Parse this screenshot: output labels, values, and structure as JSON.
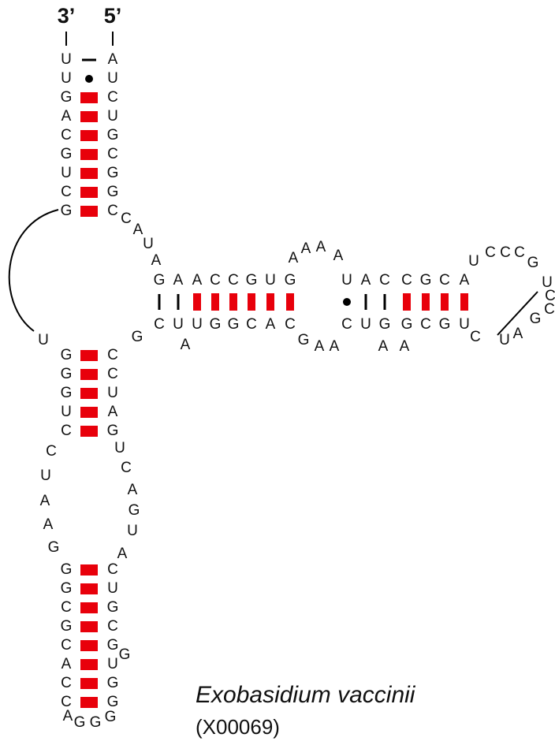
{
  "figure": {
    "species": "Exobasidium vaccinii",
    "accession": "(X00069)",
    "ends": {
      "three_prime": "3’",
      "five_prime": "5’"
    }
  },
  "colors": {
    "strong_pair": "#e8000b",
    "weak_pair": "#000000",
    "text": "#111111",
    "line": "#000000"
  },
  "structure": {
    "acceptor_stem": {
      "left_3prime_top_to_bottom": [
        "U",
        "U",
        "G",
        "A",
        "C",
        "G",
        "U",
        "C",
        "G"
      ],
      "right_5prime_top_to_bottom": [
        "A",
        "U",
        "C",
        "U",
        "G",
        "C",
        "G",
        "G",
        "C"
      ],
      "pair_types": [
        "dash",
        "dot",
        "bar",
        "bar",
        "bar",
        "bar",
        "bar",
        "bar",
        "bar"
      ]
    },
    "linker_after_acceptor": [
      "C",
      "A",
      "U",
      "A"
    ],
    "long_helix": {
      "top_row": [
        "G",
        "A",
        "A",
        "C",
        "C",
        "G",
        "U",
        "G"
      ],
      "bottom_row": [
        "C",
        "U",
        "U",
        "G",
        "G",
        "C",
        "A",
        "C"
      ],
      "pair_types": [
        "thin",
        "thin",
        "bar",
        "bar",
        "bar",
        "bar",
        "bar",
        "bar"
      ],
      "bottom_left_unpaired": "G",
      "bottom_bulge": "A"
    },
    "internal_loop": {
      "top": [
        "A",
        "A",
        "A",
        "A"
      ],
      "bottom": [
        "G",
        "A",
        "A"
      ]
    },
    "terminal_helix": {
      "top_row": [
        "U",
        "A",
        "C",
        "C",
        "G",
        "C",
        "A"
      ],
      "bottom_row": [
        "C",
        "U",
        "G",
        "G",
        "C",
        "G",
        "U"
      ],
      "pair_types": [
        "dot",
        "thin",
        "thin",
        "bar",
        "bar",
        "bar",
        "bar"
      ],
      "bottom_bulge": [
        "A",
        "A"
      ]
    },
    "hairpin_loop": [
      "U",
      "C",
      "C",
      "C",
      "G",
      "U",
      "C",
      "C",
      "G",
      "A",
      "U",
      "C"
    ],
    "lower_stem_1": {
      "left": [
        "G",
        "G",
        "G",
        "U",
        "C"
      ],
      "right": [
        "C",
        "C",
        "U",
        "A",
        "G"
      ],
      "pair_types": [
        "bar",
        "bar",
        "bar",
        "bar",
        "bar"
      ],
      "left_unpaired": "U"
    },
    "left_loop": [
      "C",
      "U",
      "A",
      "A",
      "G"
    ],
    "right_loop": [
      "U",
      "C",
      "A",
      "G",
      "U",
      "A"
    ],
    "lower_stem_2": {
      "left": [
        "G",
        "G",
        "C",
        "G",
        "C",
        "A",
        "C",
        "C"
      ],
      "right": [
        "C",
        "U",
        "G",
        "C",
        "G",
        "U",
        "G",
        "G"
      ],
      "pair_types": [
        "bar",
        "bar",
        "bar",
        "bar",
        "bar",
        "bar",
        "bar",
        "bar"
      ],
      "extra_right": "G"
    },
    "bottom_loop": [
      "A",
      "G",
      "G",
      "G"
    ]
  }
}
